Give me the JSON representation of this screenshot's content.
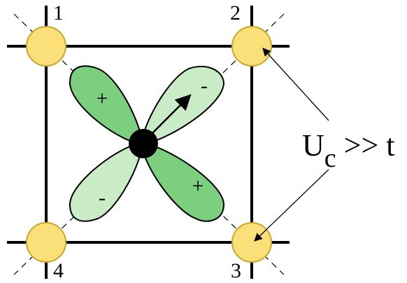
{
  "sites": [
    {
      "id": "1",
      "label": "1"
    },
    {
      "id": "2",
      "label": "2"
    },
    {
      "id": "3",
      "label": "3"
    },
    {
      "id": "4",
      "label": "4"
    }
  ],
  "lobe_signs": {
    "upper_left": "+",
    "upper_right": "-",
    "lower_right": "+",
    "lower_left": "-"
  },
  "annotation": {
    "u": "U",
    "sub": "c",
    "rest": " >> t"
  },
  "colors": {
    "site_fill": "#FBE07A",
    "site_stroke": "#C8A82A",
    "lobe_dark": "#7CCF7E",
    "lobe_light": "#C9ECC6",
    "center": "#000000"
  }
}
